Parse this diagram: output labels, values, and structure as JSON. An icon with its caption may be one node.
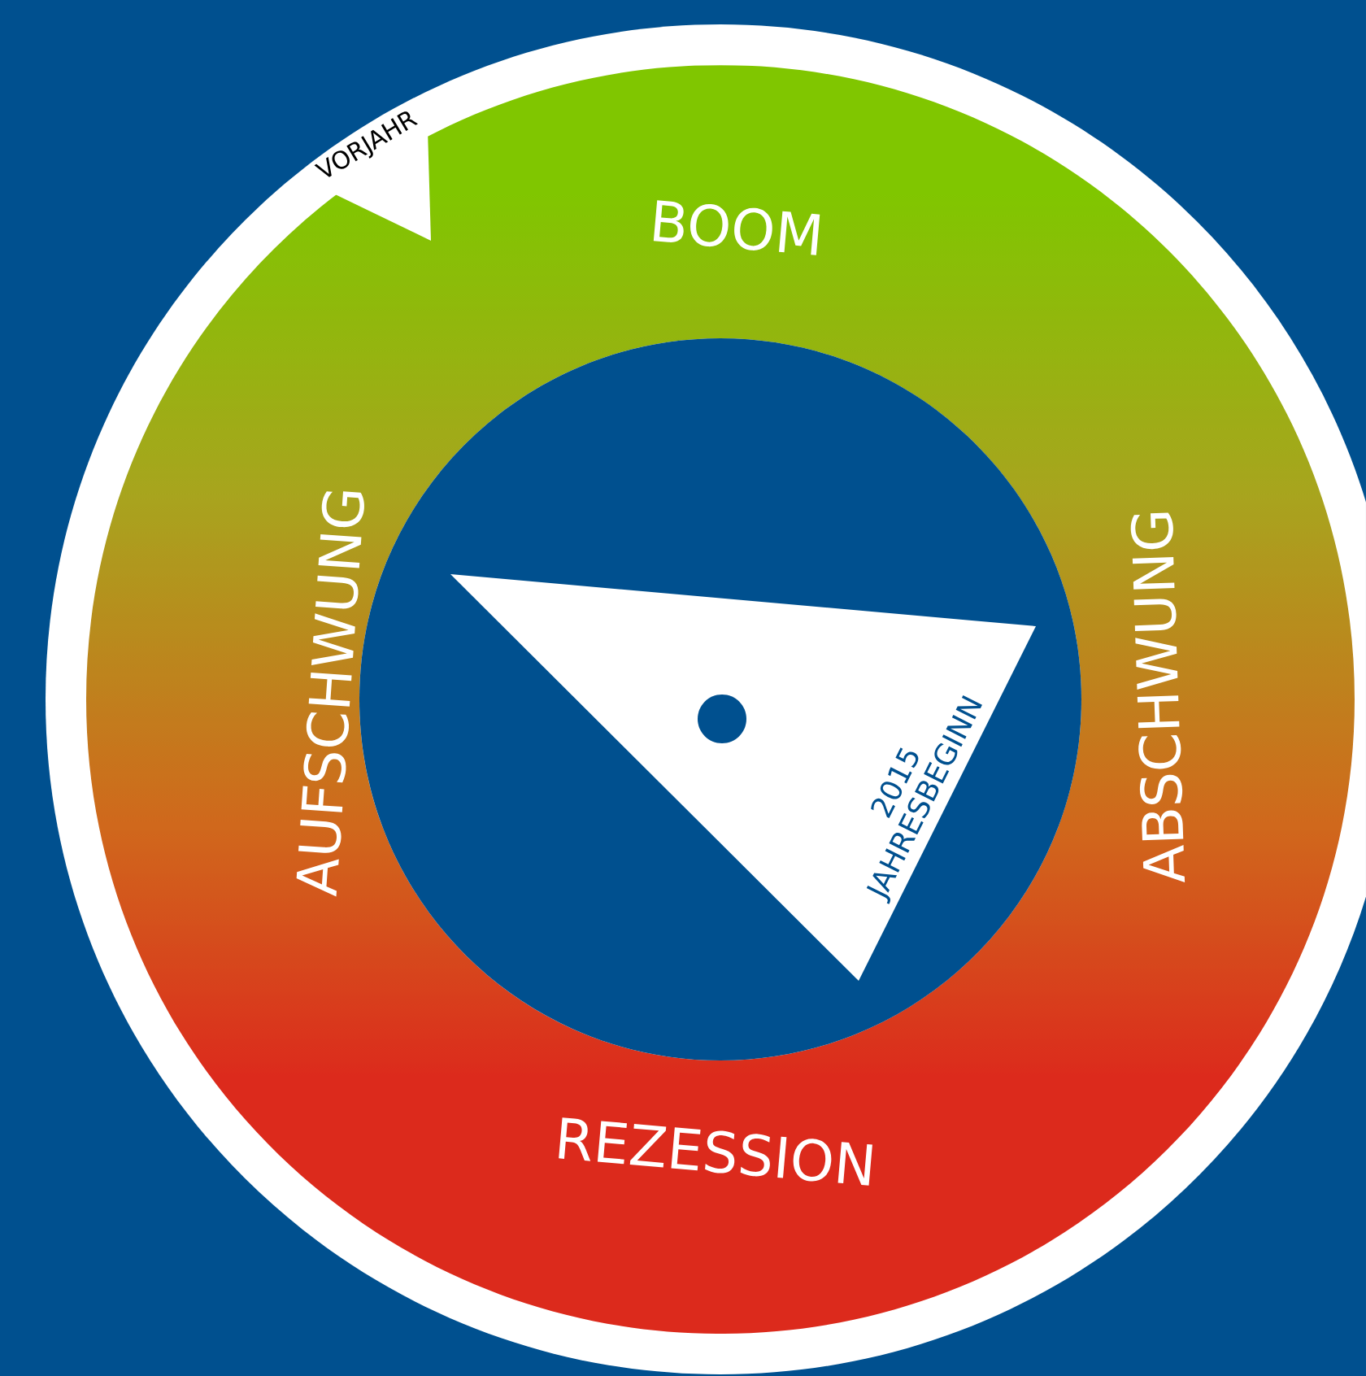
{
  "diagram": {
    "nodes": [
      {
        "text": [
          "2015",
          "JAHRESBEGINN"
        ]
      }
    ],
    "labels": [
      "VORJAHR",
      "BOOM",
      "ABSCHWUNG",
      "REZESSION",
      "AUFSCHWUNG"
    ]
  }
}
